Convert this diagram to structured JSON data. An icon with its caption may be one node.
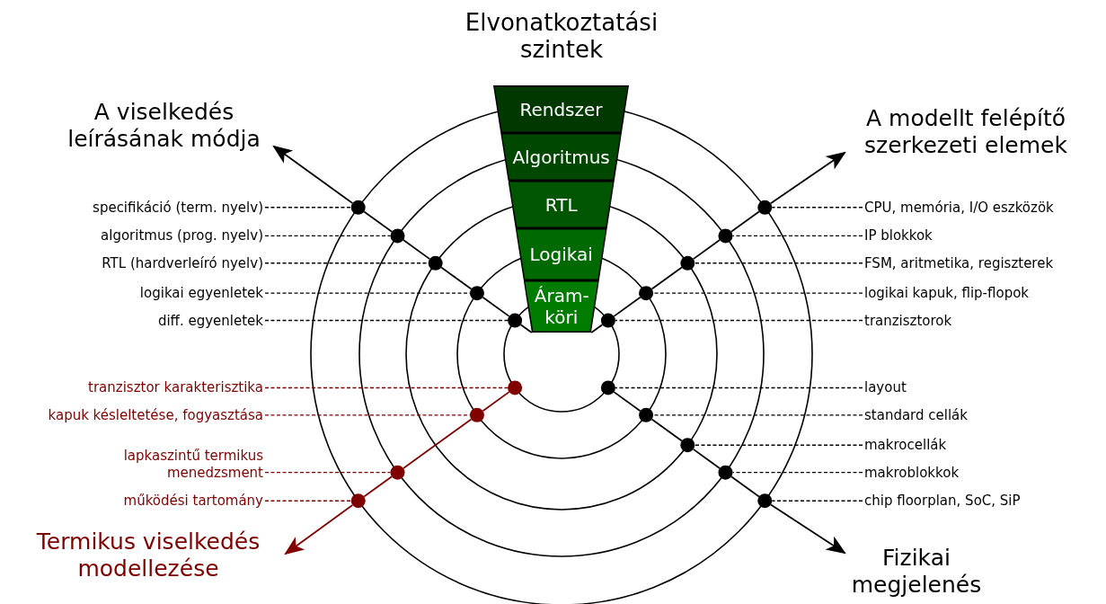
{
  "diagram": {
    "title": "Elvonatkoztatási szintek",
    "nodes": [
      {
        "text": [
          "Rendszer"
        ]
      },
      {
        "text": [
          "Algoritmus"
        ]
      },
      {
        "text": [
          "RTL"
        ]
      },
      {
        "text": [
          "Logikai"
        ]
      },
      {
        "text": [
          "Áram- köri"
        ]
      },
      {
        "text": [
          "A viselkedés leírásának módja"
        ]
      },
      {
        "text": [
          "A modellt felépítő szerkezeti elemek"
        ]
      },
      {
        "text": [
          "specifikáció (term. nyelv)"
        ]
      },
      {
        "text": [
          "algoritmus (prog. nyelv)"
        ]
      },
      {
        "text": [
          "RTL (hardverleíró nyelv)"
        ]
      },
      {
        "text": [
          "logikai egyenletek"
        ]
      },
      {
        "text": [
          "diff. egyenletek"
        ]
      },
      {
        "text": [],
        "shape": "circle"
      },
      {
        "text": [],
        "shape": "circle"
      },
      {
        "text": [],
        "shape": "circle"
      },
      {
        "text": [],
        "shape": "circle"
      },
      {
        "text": [],
        "shape": "circle"
      },
      {
        "text": [
          "CPU, memória, I/O eszközök"
        ]
      },
      {
        "text": [
          "IP blokkok"
        ]
      },
      {
        "text": [
          "FSM, aritmetika, regiszterek"
        ]
      },
      {
        "text": [
          "logikai kapuk, flip-flopok"
        ]
      },
      {
        "text": [
          "tranzisztorok"
        ]
      },
      {
        "text": [],
        "shape": "circle"
      },
      {
        "text": [],
        "shape": "circle"
      },
      {
        "text": [],
        "shape": "circle"
      },
      {
        "text": [],
        "shape": "circle"
      },
      {
        "text": [],
        "shape": "circle"
      },
      {
        "text": [
          "tranzisztor karakterisztika"
        ]
      },
      {
        "text": [
          "kapuk késleltetése, fogyasztása"
        ]
      },
      {
        "text": [
          "lapkaszintű termikus menedzsment"
        ]
      },
      {
        "text": [
          "működési tartomány"
        ]
      },
      {
        "text": [],
        "shape": "circle"
      },
      {
        "text": [],
        "shape": "circle"
      },
      {
        "text": [],
        "shape": "circle"
      },
      {
        "text": [],
        "shape": "circle"
      },
      {
        "text": [
          "layout"
        ]
      },
      {
        "text": [
          "standard cellák"
        ]
      },
      {
        "text": [
          "makrocellák"
        ]
      },
      {
        "text": [
          "makroblokkok"
        ]
      },
      {
        "text": [
          "chip floorplan, SoC, SiP"
        ]
      },
      {
        "text": [],
        "shape": "circle"
      },
      {
        "text": [],
        "shape": "circle"
      },
      {
        "text": [],
        "shape": "circle"
      },
      {
        "text": [],
        "shape": "circle"
      },
      {
        "text": [],
        "shape": "circle"
      },
      {
        "text": [
          "Termikus viselkedés modellezése"
        ]
      },
      {
        "text": [
          "Fizikai megjelenés"
        ]
      }
    ],
    "edges": [
      {
        "from": 4,
        "to": 16,
        "arrow": "none"
      },
      {
        "from": 16,
        "to": 15,
        "arrow": "none"
      },
      {
        "from": 15,
        "to": 14,
        "arrow": "none"
      },
      {
        "from": 14,
        "to": 13,
        "arrow": "none"
      },
      {
        "from": 13,
        "to": 12,
        "arrow": "none"
      },
      {
        "from": 12,
        "to": 5,
        "arrow": "to"
      },
      {
        "from": 4,
        "to": 26,
        "arrow": "none"
      },
      {
        "from": 26,
        "to": 25,
        "arrow": "none"
      },
      {
        "from": 25,
        "to": 24,
        "arrow": "none"
      },
      {
        "from": 24,
        "to": 23,
        "arrow": "none"
      },
      {
        "from": 23,
        "to": 22,
        "arrow": "none"
      },
      {
        "from": 22,
        "to": 6,
        "arrow": "to"
      },
      {
        "from": 40,
        "to": 41,
        "arrow": "none"
      },
      {
        "from": 41,
        "to": 42,
        "arrow": "none"
      },
      {
        "from": 42,
        "to": 43,
        "arrow": "none"
      },
      {
        "from": 43,
        "to": 44,
        "arrow": "none"
      },
      {
        "from": 44,
        "to": 46,
        "arrow": "to"
      },
      {
        "from": 31,
        "to": 32,
        "arrow": "none",
        "color": "#800000"
      },
      {
        "from": 32,
        "to": 33,
        "arrow": "none",
        "color": "#800000"
      },
      {
        "from": 33,
        "to": 34,
        "arrow": "none",
        "color": "#800000"
      },
      {
        "from": 34,
        "to": 45,
        "arrow": "to",
        "color": "#800000"
      },
      {
        "from": 7,
        "to": 12,
        "arrow": "none",
        "style": "dashed"
      },
      {
        "from": 8,
        "to": 13,
        "arrow": "none",
        "style": "dashed"
      },
      {
        "from": 9,
        "to": 14,
        "arrow": "none",
        "style": "dashed"
      },
      {
        "from": 10,
        "to": 15,
        "arrow": "none",
        "style": "dashed"
      },
      {
        "from": 11,
        "to": 16,
        "arrow": "none",
        "style": "dashed"
      },
      {
        "from": 17,
        "to": 22,
        "arrow": "none",
        "style": "dashed"
      },
      {
        "from": 18,
        "to": 23,
        "arrow": "none",
        "style": "dashed"
      },
      {
        "from": 19,
        "to": 24,
        "arrow": "none",
        "style": "dashed"
      },
      {
        "from": 20,
        "to": 25,
        "arrow": "none",
        "style": "dashed"
      },
      {
        "from": 21,
        "to": 26,
        "arrow": "none",
        "style": "dashed"
      },
      {
        "from": 27,
        "to": 31,
        "arrow": "none",
        "style": "dashed",
        "color": "#800000"
      },
      {
        "from": 28,
        "to": 32,
        "arrow": "none",
        "style": "dashed",
        "color": "#800000"
      },
      {
        "from": 29,
        "to": 33,
        "arrow": "none",
        "style": "dashed",
        "color": "#800000"
      },
      {
        "from": 30,
        "to": 34,
        "arrow": "none",
        "style": "dashed",
        "color": "#800000"
      },
      {
        "from": 35,
        "to": 40,
        "arrow": "none",
        "style": "dashed"
      },
      {
        "from": 36,
        "to": 41,
        "arrow": "none",
        "style": "dashed"
      },
      {
        "from": 37,
        "to": 42,
        "arrow": "none",
        "style": "dashed"
      },
      {
        "from": 38,
        "to": 43,
        "arrow": "none",
        "style": "dashed"
      },
      {
        "from": 39,
        "to": 44,
        "arrow": "none",
        "style": "dashed"
      }
    ]
  }
}
